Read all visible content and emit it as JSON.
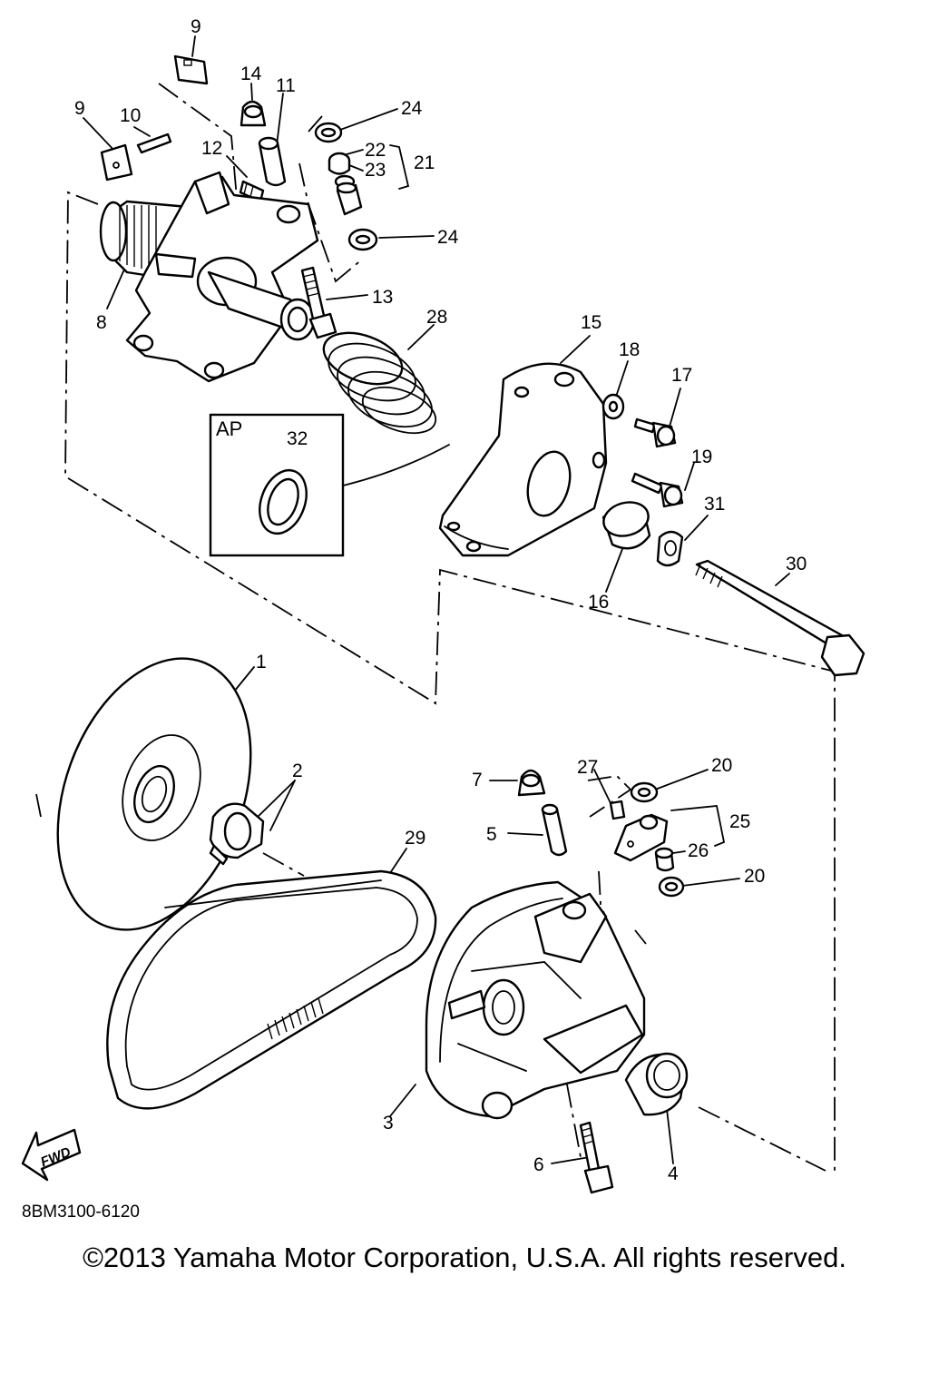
{
  "drawing_code": "8BM3100-6120",
  "copyright": "©2013 Yamaha Motor Corporation, U.S.A. All rights reserved.",
  "fwd_label": "FWD",
  "ap_box_label": "AP",
  "callouts": [
    "9",
    "14",
    "11",
    "9",
    "10",
    "24",
    "12",
    "22",
    "21",
    "23",
    "24",
    "8",
    "13",
    "28",
    "15",
    "18",
    "17",
    "AP",
    "32",
    "19",
    "31",
    "30",
    "16",
    "1",
    "2",
    "20",
    "7",
    "27",
    "25",
    "5",
    "26",
    "20",
    "29",
    "3",
    "6",
    "4"
  ]
}
